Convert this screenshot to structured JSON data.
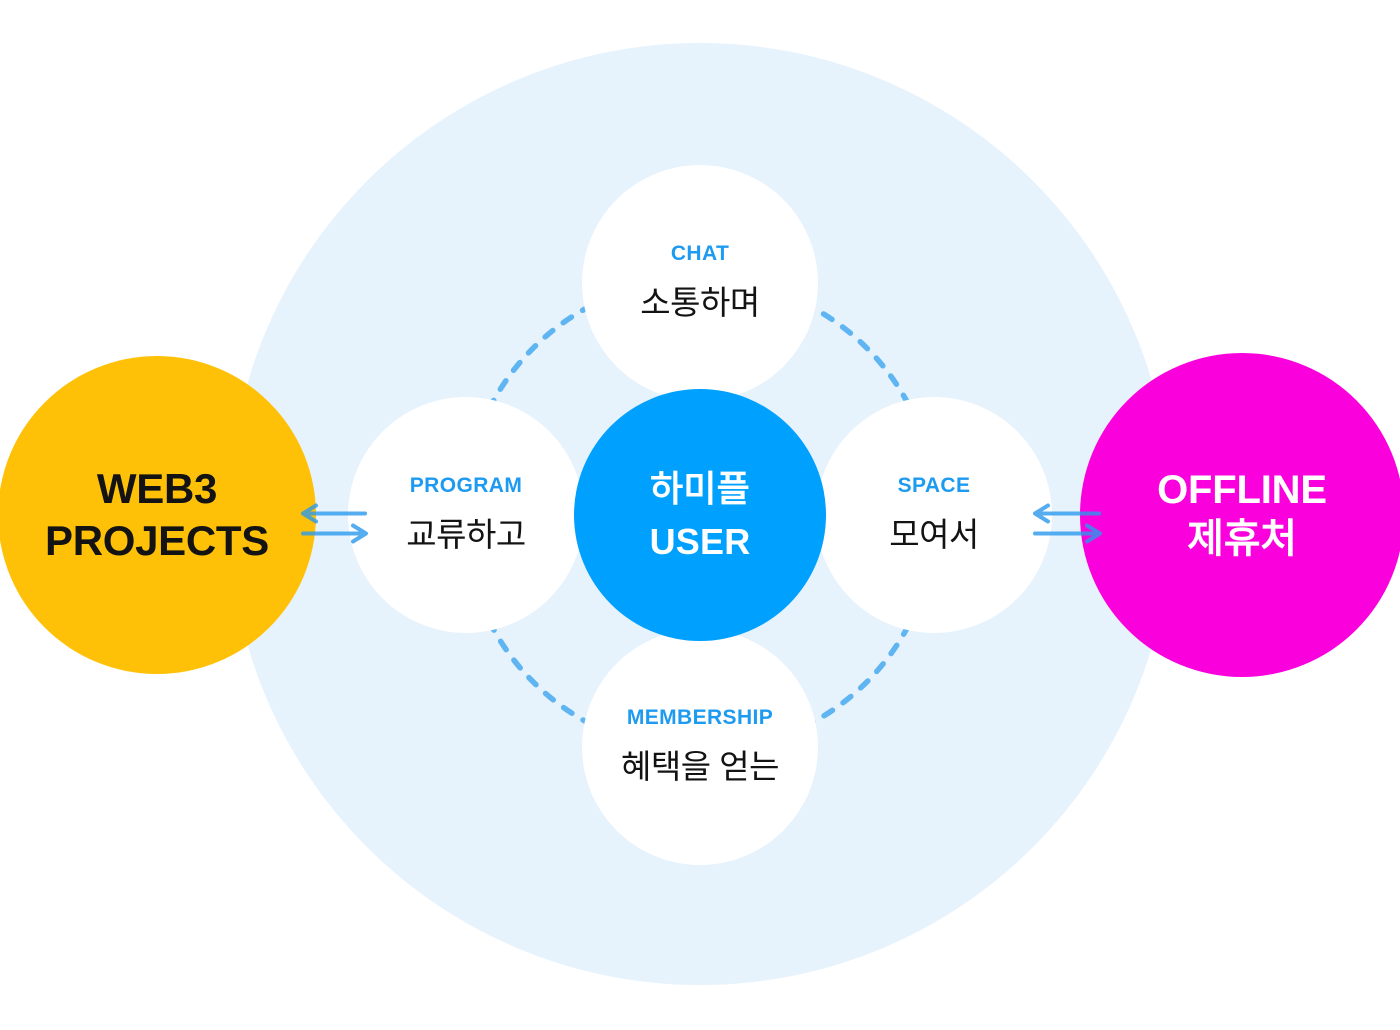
{
  "colors": {
    "background_circle": "#E6F2FC",
    "center_circle": "#00A0FF",
    "satellite_circle": "#FFFFFF",
    "label_blue": "#1E9BF0",
    "web3_circle": "#FFC107",
    "offline_circle": "#FA00DC",
    "dashed_ring": "#5FB5F2",
    "arrow": "#2B99EC",
    "dark_text": "#131313",
    "light_text": "#FFFFFF"
  },
  "center": {
    "line1": "하미플",
    "line2": "USER"
  },
  "satellites": [
    {
      "title": "CHAT",
      "subtitle": "소통하며"
    },
    {
      "title": "PROGRAM",
      "subtitle": "교류하고"
    },
    {
      "title": "SPACE",
      "subtitle": "모여서"
    },
    {
      "title": "MEMBERSHIP",
      "subtitle": "혜택을 얻는"
    }
  ],
  "web3_node": {
    "line1": "WEB3",
    "line2": "PROJECTS"
  },
  "offline_node": {
    "line1": "OFFLINE",
    "line2": "제휴처"
  }
}
